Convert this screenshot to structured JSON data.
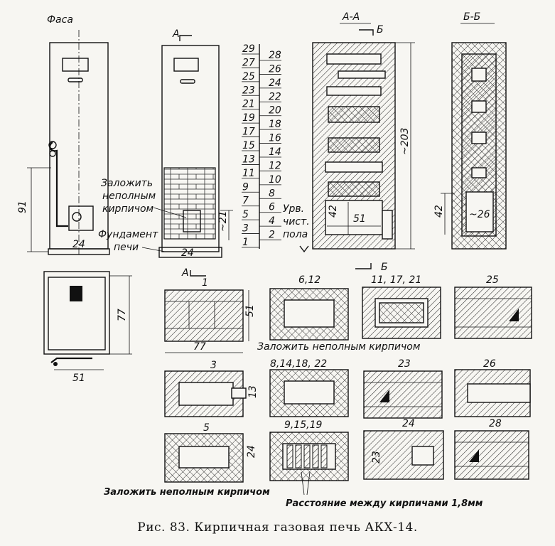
{
  "views": {
    "facade": "Фаса",
    "section_a": "А-А",
    "section_b": "Б-Б",
    "cut_a": "А",
    "cut_b": "Б"
  },
  "annotations": {
    "lay_partial_1": "Заложить",
    "lay_partial_2": "неполным",
    "lay_partial_3": "кирпичом",
    "foundation_1": "Фундамент",
    "foundation_2": "печи",
    "floor_1": "Урв.",
    "floor_2": "чист.",
    "floor_3": "пола",
    "plan_lay_partial": "Заложить неполным кирпичом",
    "bottom_lay_partial": "Заложить неполным кирпичом",
    "brick_gap": "Расстояние между кирпичами 1,8мм"
  },
  "dimensions": {
    "d91": "91",
    "d24a": "24",
    "d24b": "24",
    "d21": "~21",
    "d42a": "42",
    "d51a": "51",
    "d203": "~203",
    "d42b": "42",
    "d26": "~26",
    "d77a": "77",
    "d51b": "51",
    "d51c": "51",
    "d77b": "77",
    "d13": "13",
    "d24c": "24",
    "d23": "23"
  },
  "row_numbers": {
    "left": [
      "29",
      "27",
      "25",
      "23",
      "21",
      "19",
      "17",
      "15",
      "13",
      "11",
      "9",
      "7",
      "5",
      "3",
      "1"
    ],
    "right": [
      "28",
      "26",
      "24",
      "22",
      "20",
      "18",
      "16",
      "14",
      "12",
      "10",
      "8",
      "6",
      "4",
      "2"
    ]
  },
  "plan_labels": {
    "p1": "1",
    "p6": "6,12",
    "p11": "11, 17, 21",
    "p25": "25",
    "p3": "3",
    "p8": "8,14,18, 22",
    "p23": "23",
    "p26": "26",
    "p5": "5",
    "p9": "9,15,19",
    "p24": "24",
    "p28": "28"
  },
  "caption": {
    "prefix": "Рис. 83.",
    "text": "Кирпичная газовая печь АКХ-14."
  }
}
